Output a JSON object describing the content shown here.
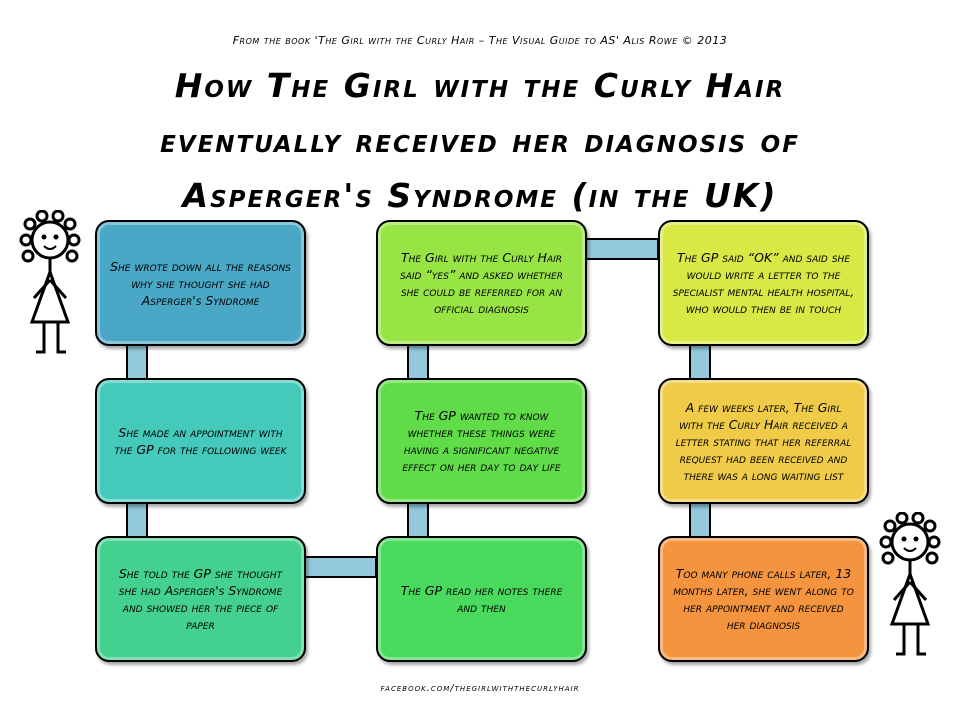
{
  "credit": "From the book 'The Girl with the Curly Hair – The Visual Guide to AS' Alis Rowe © 2013",
  "title": [
    "How The Girl with the Curly Hair",
    "eventually received her diagnosis of",
    "Asperger's Syndrome (in the UK)"
  ],
  "steps": [
    {
      "text": "She wrote down all the reasons why she thought she had Asperger's Syndrome",
      "color": "#4aa8c6"
    },
    {
      "text": "She made an appointment with the GP for the following week",
      "color": "#45c9bb"
    },
    {
      "text": "She told the GP she thought she had Asperger's Syndrome and showed her the piece of paper",
      "color": "#44d08f"
    },
    {
      "text": "The GP read her notes there and then",
      "color": "#48d95d"
    },
    {
      "text": "The GP wanted to know whether these things were having a significant negative effect on her day to day life",
      "color": "#5fdc48"
    },
    {
      "text": "The Girl with the Curly Hair said “yes” and asked whether she could be referred for an official diagnosis",
      "color": "#98e444"
    },
    {
      "text": "The GP said “OK” and said she would write a letter to the specialist mental health hospital, who would then be in touch",
      "color": "#d8e845"
    },
    {
      "text": "A few weeks later, The Girl with the Curly Hair received a letter stating that her referral request had been received and there was a long waiting list",
      "color": "#f0cb47"
    },
    {
      "text": "Too many phone calls later, 13 months later, she went along to her appointment and received her diagnosis",
      "color": "#f4943f"
    }
  ],
  "footer": "facebook.com/thegirlwiththecurlyhair"
}
